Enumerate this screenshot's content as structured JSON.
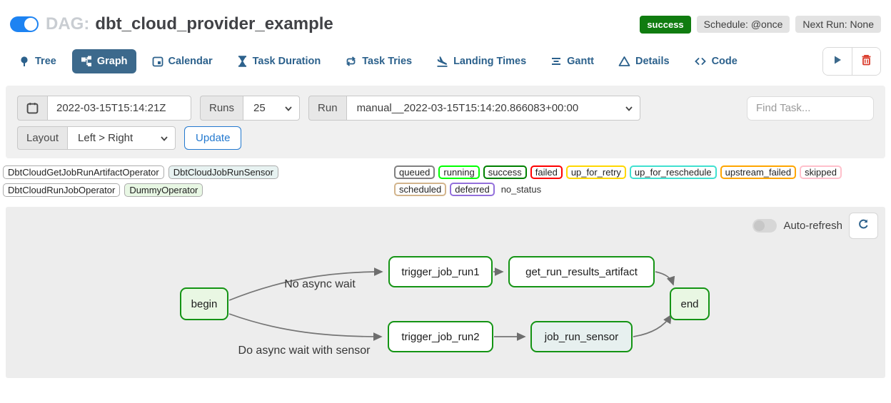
{
  "header": {
    "dag_prefix": "DAG:",
    "dag_title": "dbt_cloud_provider_example",
    "toggle_state": "on",
    "status_badge": {
      "label": "success",
      "color": "#107c10"
    },
    "schedule_badge": "Schedule: @once",
    "next_run_badge": "Next Run: None"
  },
  "tabs": [
    {
      "label": "Tree",
      "icon": "tree-icon",
      "active": false
    },
    {
      "label": "Graph",
      "icon": "graph-icon",
      "active": true
    },
    {
      "label": "Calendar",
      "icon": "calendar-icon",
      "active": false
    },
    {
      "label": "Task Duration",
      "icon": "hourglass-icon",
      "active": false
    },
    {
      "label": "Task Tries",
      "icon": "repeat-icon",
      "active": false
    },
    {
      "label": "Landing Times",
      "icon": "plane-landing-icon",
      "active": false
    },
    {
      "label": "Gantt",
      "icon": "gantt-icon",
      "active": false
    },
    {
      "label": "Details",
      "icon": "details-icon",
      "active": false
    },
    {
      "label": "Code",
      "icon": "code-icon",
      "active": false
    }
  ],
  "actions": {
    "play": "trigger-dag",
    "delete": "delete-dag"
  },
  "filters": {
    "base_date_value": "2022-03-15T15:14:21Z",
    "runs_label": "Runs",
    "runs_value": "25",
    "run_label": "Run",
    "run_value": "manual__2022-03-15T15:14:20.866083+00:00",
    "find_task_placeholder": "Find Task...",
    "layout_label": "Layout",
    "layout_value": "Left > Right",
    "update_label": "Update"
  },
  "legend": {
    "operators": [
      {
        "label": "DbtCloudGetJobRunArtifactOperator",
        "fill": "#ffffff"
      },
      {
        "label": "DbtCloudJobRunSensor",
        "fill": "#e7f2f1"
      },
      {
        "label": "DbtCloudRunJobOperator",
        "fill": "#ffffff"
      },
      {
        "label": "DummyOperator",
        "fill": "#e8f7e4"
      }
    ],
    "statuses": [
      {
        "label": "queued",
        "border": "#808080"
      },
      {
        "label": "running",
        "border": "#00ff00"
      },
      {
        "label": "success",
        "border": "#008000"
      },
      {
        "label": "failed",
        "border": "#ff0000"
      },
      {
        "label": "up_for_retry",
        "border": "#ffd700"
      },
      {
        "label": "up_for_reschedule",
        "border": "#40e0d0"
      },
      {
        "label": "upstream_failed",
        "border": "#ffa500"
      },
      {
        "label": "skipped",
        "border": "#ffc0cb"
      },
      {
        "label": "scheduled",
        "border": "#d2b48c"
      },
      {
        "label": "deferred",
        "border": "#9370db"
      }
    ],
    "no_status_label": "no_status"
  },
  "graph_controls": {
    "auto_refresh_label": "Auto-refresh",
    "auto_refresh_state": "off"
  },
  "graph": {
    "nodes": [
      {
        "id": "begin",
        "label": "begin",
        "fill": "#e9f7e3",
        "border": "#149414",
        "state": "success"
      },
      {
        "id": "trigger_job_run1",
        "label": "trigger_job_run1",
        "fill": "#ffffff",
        "border": "#149414",
        "state": "success"
      },
      {
        "id": "get_run_results_artifact",
        "label": "get_run_results_artifact",
        "fill": "#ffffff",
        "border": "#149414",
        "state": "success"
      },
      {
        "id": "trigger_job_run2",
        "label": "trigger_job_run2",
        "fill": "#ffffff",
        "border": "#149414",
        "state": "success"
      },
      {
        "id": "job_run_sensor",
        "label": "job_run_sensor",
        "fill": "#e7f0ef",
        "border": "#149414",
        "state": "success"
      },
      {
        "id": "end",
        "label": "end",
        "fill": "#e9f7e3",
        "border": "#149414",
        "state": "success"
      }
    ],
    "edge_labels": [
      {
        "text": "No async wait"
      },
      {
        "text": "Do async wait with sensor"
      }
    ]
  }
}
